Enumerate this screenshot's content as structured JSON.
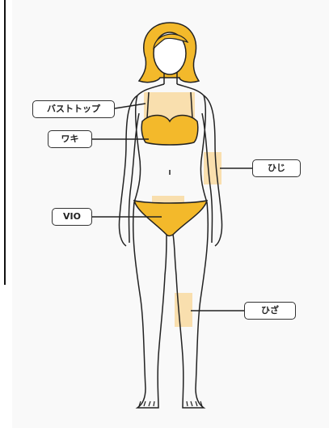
{
  "colors": {
    "swimsuit": "#f3b92b",
    "highlight": "#f9dfae",
    "outline": "#222222",
    "hair": "#f3b92b"
  },
  "labels": {
    "bust_top": "バストトップ",
    "armpit": "ワキ",
    "elbow": "ひじ",
    "vio": "VIO",
    "knee": "ひざ"
  }
}
